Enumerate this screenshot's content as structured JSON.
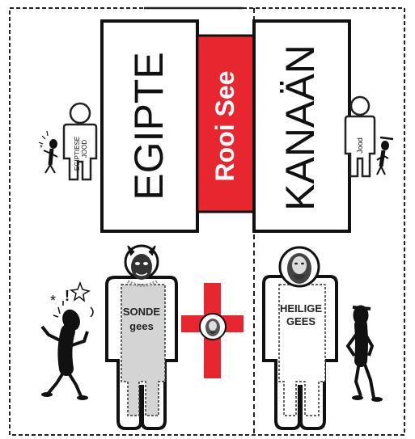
{
  "left_panel": {
    "label": "EGIPTE"
  },
  "center_panel": {
    "label": "Rooi See",
    "fill_color": "#e8262f"
  },
  "right_panel": {
    "label": "KANAÄN"
  },
  "small_figures": {
    "left_label_line1": "EGIPTIESE",
    "left_label_line2": "JOOD",
    "right_label": "Jood"
  },
  "large_figures": {
    "left_label_line1": "SONDE",
    "left_label_line2": "gees",
    "right_label_line1": "HEILIGE",
    "right_label_line2": "GEES",
    "left_inner_fill": "#d4d4d4"
  },
  "cross": {
    "color": "#e8262f"
  }
}
